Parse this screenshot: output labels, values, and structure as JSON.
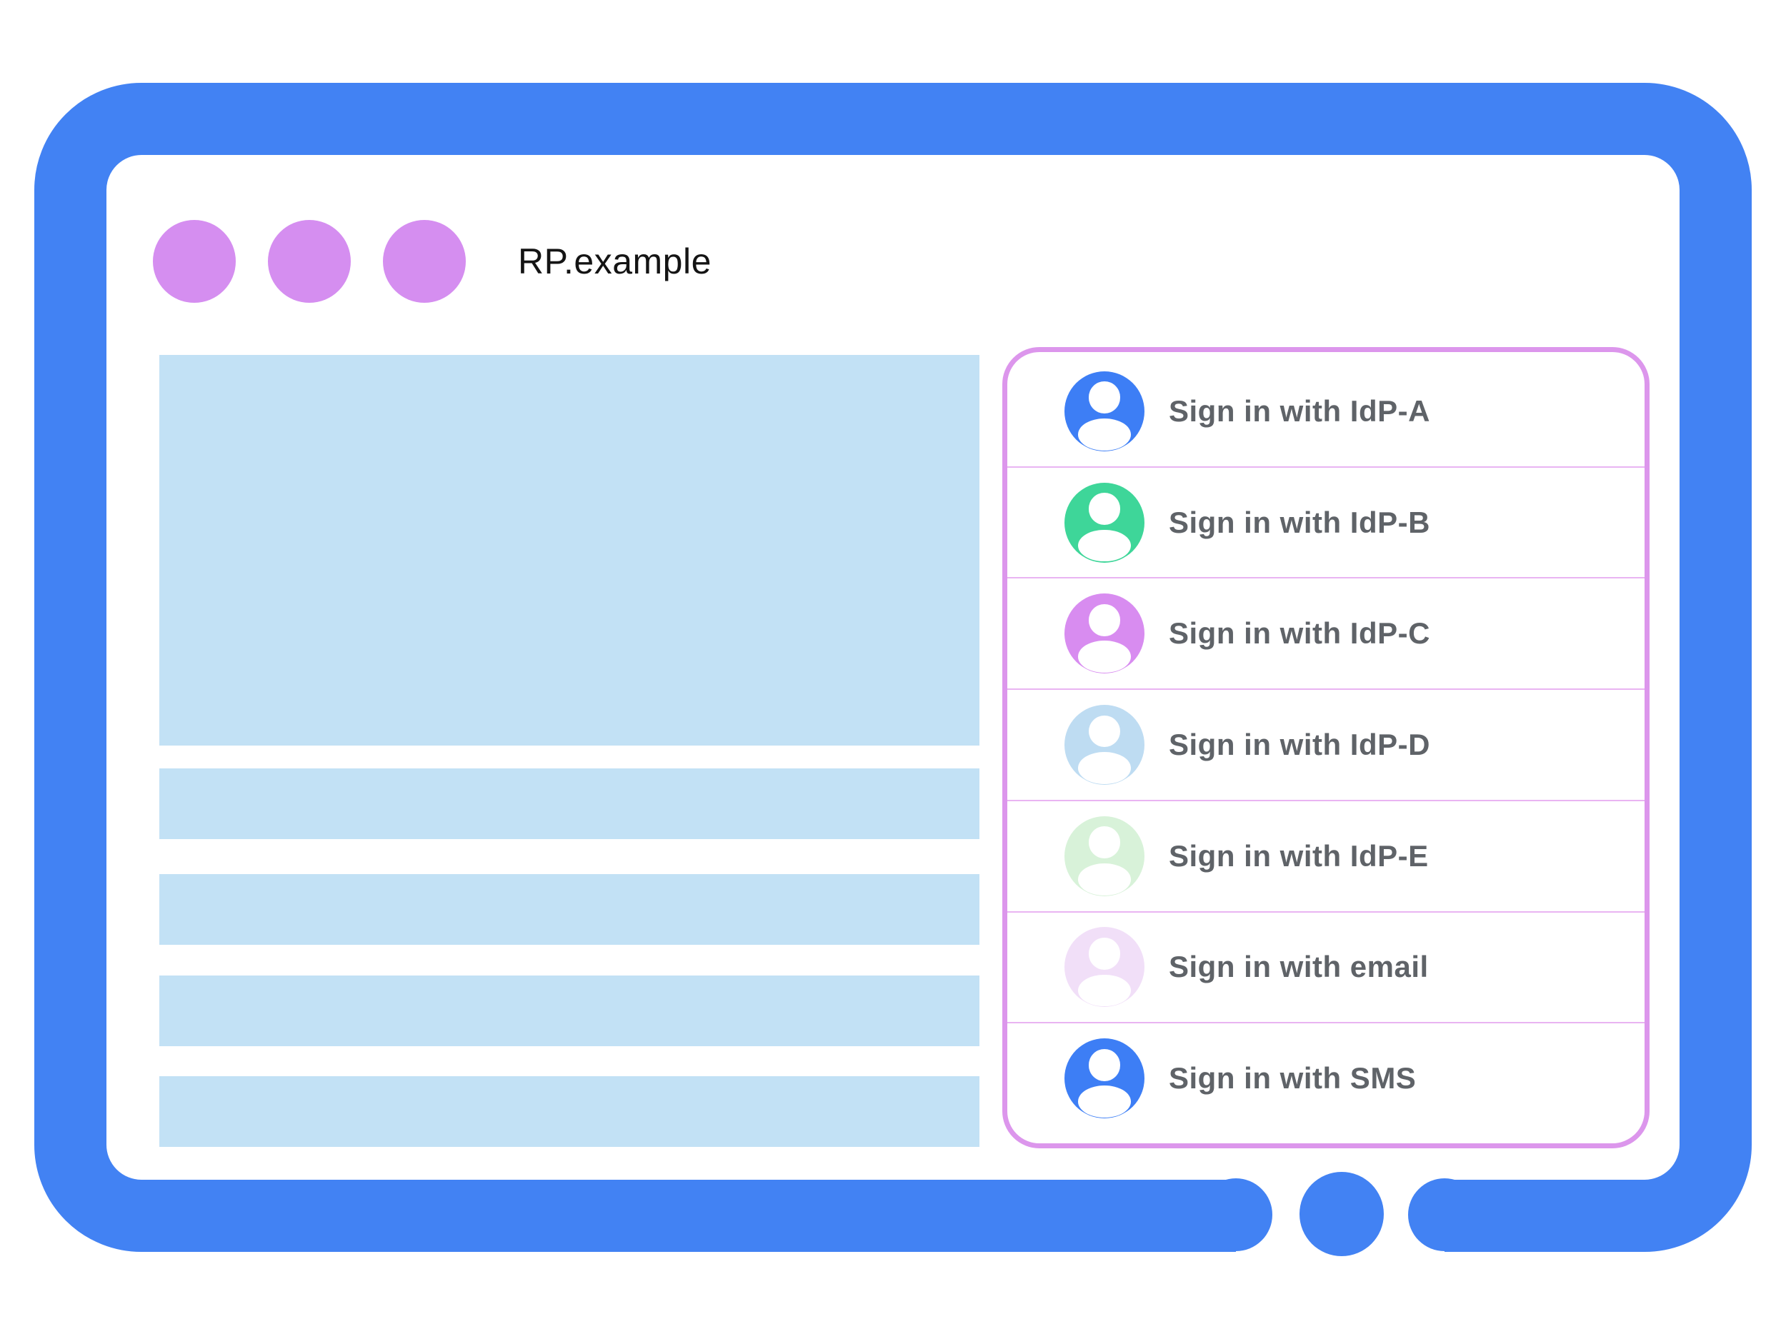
{
  "window": {
    "title": "RP.example",
    "controls": [
      "window-dot",
      "window-dot",
      "window-dot"
    ]
  },
  "colors": {
    "frame": "#4282f3",
    "window_dot": "#d58ef0",
    "content_placeholder": "#c2e1f5",
    "panel_border": "#dc96ec",
    "panel_divider": "#e9b4f2",
    "item_text": "#5f6368",
    "title_text": "#141414"
  },
  "content": {
    "placeholder_blocks": [
      "hero-block",
      "text-bar",
      "text-bar",
      "text-bar",
      "text-bar"
    ]
  },
  "signin_panel": {
    "items": [
      {
        "id": "idp-a",
        "label": "Sign in with IdP-A",
        "avatar_color": "#3d7ef5",
        "icon": "person-avatar"
      },
      {
        "id": "idp-b",
        "label": "Sign in with IdP-B",
        "avatar_color": "#3ed699",
        "icon": "person-avatar"
      },
      {
        "id": "idp-c",
        "label": "Sign in with IdP-C",
        "avatar_color": "#d88cf0",
        "icon": "person-avatar"
      },
      {
        "id": "idp-d",
        "label": "Sign in with IdP-D",
        "avatar_color": "#bedcf2",
        "icon": "person-avatar"
      },
      {
        "id": "idp-e",
        "label": "Sign in with IdP-E",
        "avatar_color": "#d8f2d9",
        "icon": "person-avatar"
      },
      {
        "id": "email",
        "label": "Sign in with email",
        "avatar_color": "#f1dff8",
        "icon": "person-avatar"
      },
      {
        "id": "sms",
        "label": "Sign in with SMS",
        "avatar_color": "#3d7ef5",
        "icon": "person-avatar"
      }
    ]
  }
}
